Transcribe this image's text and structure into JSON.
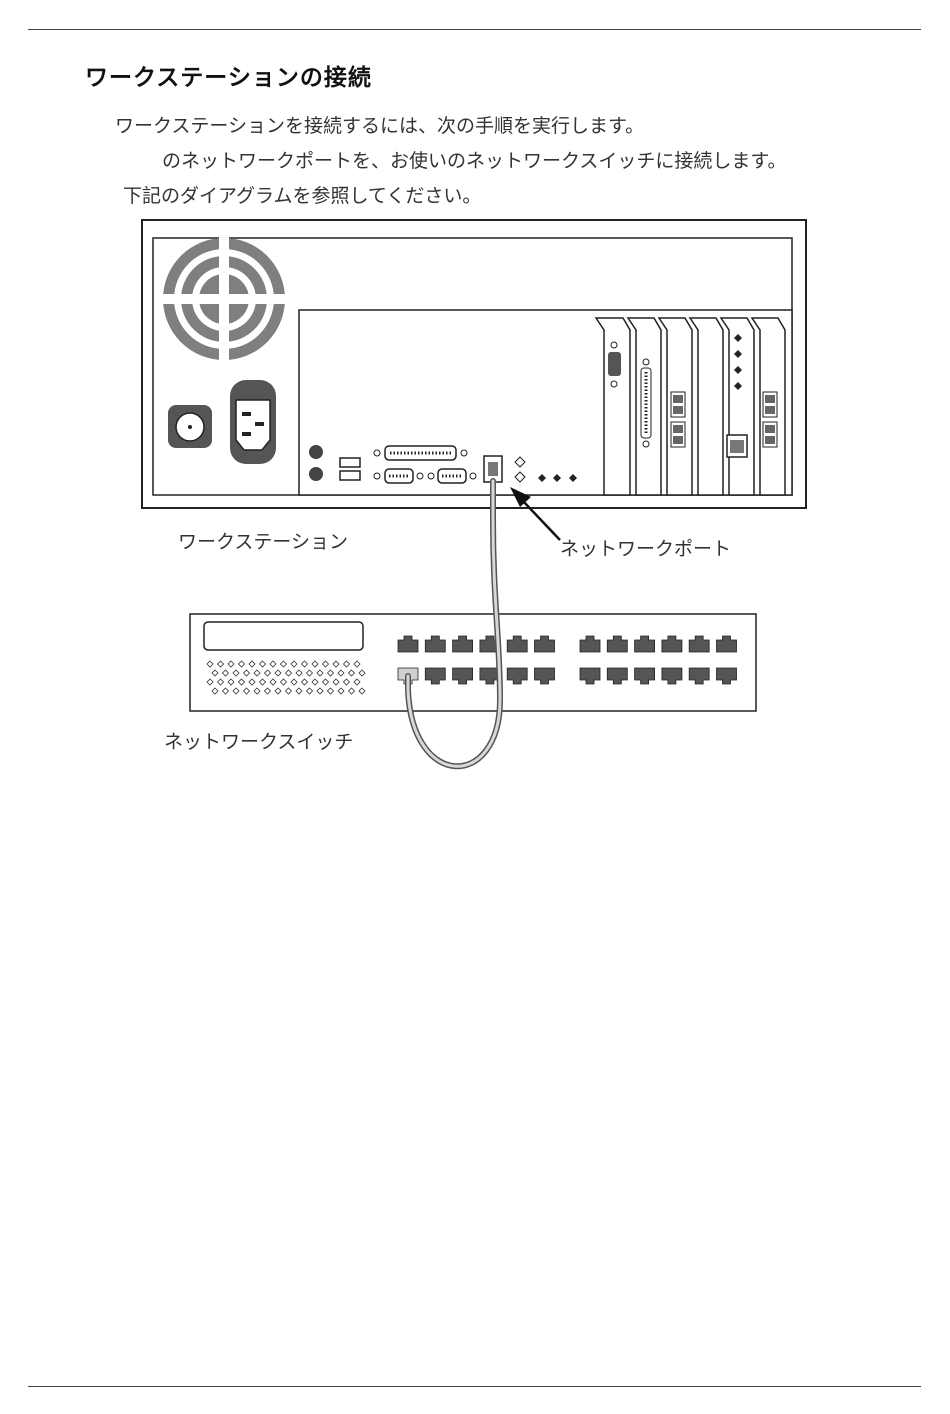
{
  "heading": "ワークステーションの接続",
  "paragraphs": {
    "intro": "ワークステーションを接続するには、次の手順を実行します。",
    "step": "のネットワークポートを、お使いのネットワークスイッチに接続します。",
    "note": "下記のダイアグラムを参照してください。"
  },
  "diagram": {
    "workstation_label": "ワークステーション",
    "network_port_label": "ネットワークポート",
    "network_switch_label": "ネットワークスイッチ"
  },
  "colors": {
    "ink": "#222222",
    "gray": "#777777",
    "port": "#555555"
  }
}
